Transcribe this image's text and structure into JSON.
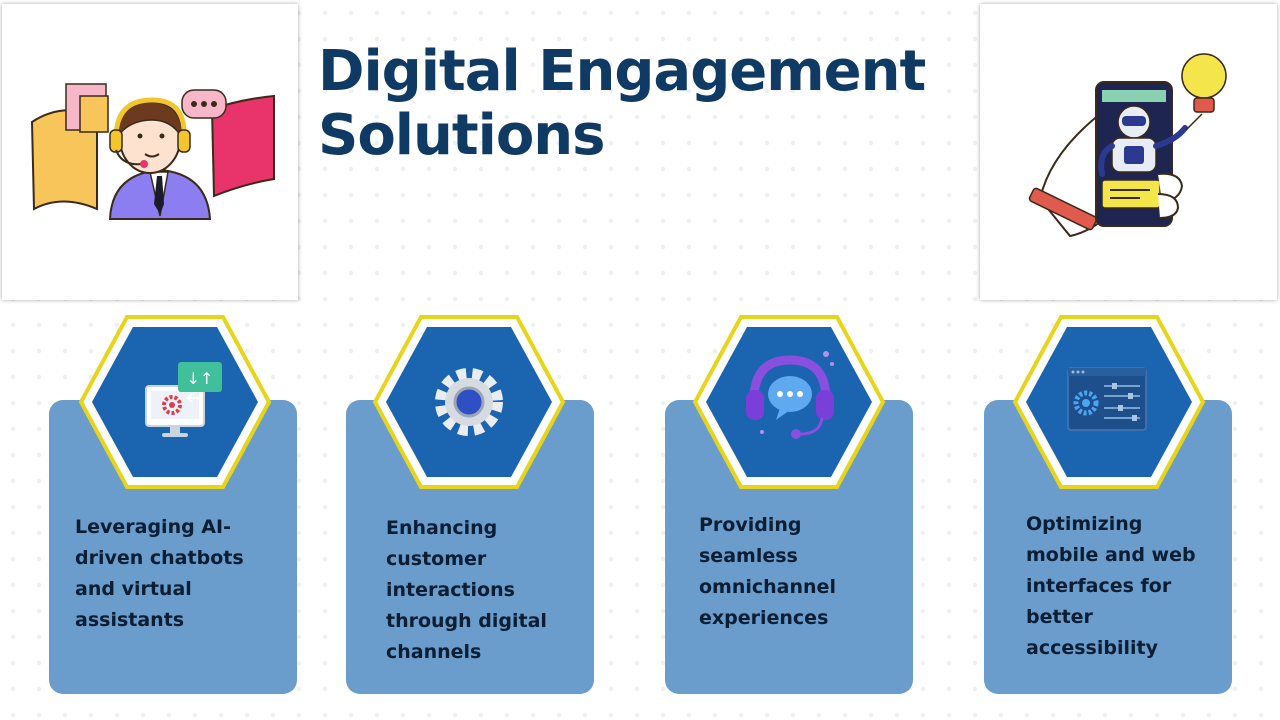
{
  "title": "Digital Engagement Solutions",
  "colors": {
    "title": "#0f3a63",
    "card": "#6a9ccc",
    "hex_fill": "#1a64b0",
    "hex_border": "#e7d51a"
  },
  "cards": [
    {
      "text": "Leveraging AI-driven chatbots and virtual assistants",
      "icon": "computer-settings-icon"
    },
    {
      "text": "Enhancing customer interactions through digital channels",
      "icon": "gear-icon"
    },
    {
      "text": "Providing seamless omnichannel experiences",
      "icon": "headset-chat-icon"
    },
    {
      "text": "Optimizing mobile and web interfaces for better accessibility",
      "icon": "control-panel-icon"
    }
  ]
}
